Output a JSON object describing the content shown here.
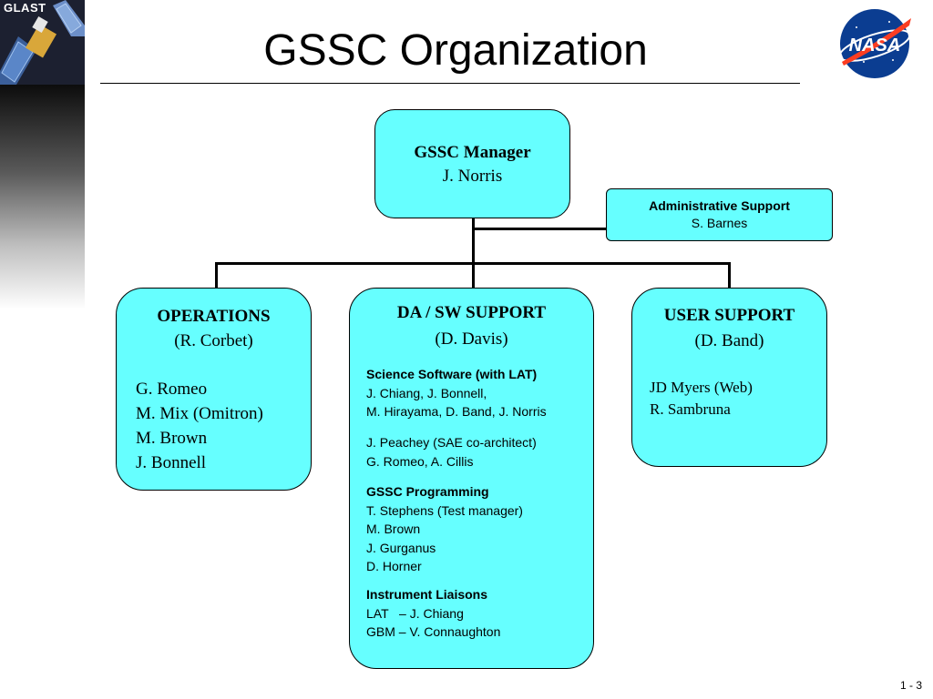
{
  "logos": {
    "glast_text": "GLAST",
    "nasa_text": "NASA",
    "nasa_colors": {
      "blue": "#0b3d91",
      "red": "#fc3d21"
    }
  },
  "title": "GSSC Organization",
  "box_color": "#66ffff",
  "manager": {
    "title": "GSSC Manager",
    "name": "J. Norris"
  },
  "admin": {
    "title": "Administrative Support",
    "name": "S. Barnes"
  },
  "operations": {
    "title": "OPERATIONS",
    "lead": "(R. Corbet)",
    "members": [
      "G. Romeo",
      "M. Mix (Omitron)",
      "M. Brown",
      "J. Bonnell"
    ]
  },
  "da_sw": {
    "title": "DA / SW SUPPORT",
    "lead": "(D. Davis)",
    "sections": [
      {
        "heading": "Science Software (with LAT)",
        "lines": [
          "J. Chiang, J. Bonnell,",
          "M. Hirayama, D. Band, J. Norris"
        ]
      },
      {
        "heading": "",
        "lines": [
          "J. Peachey  (SAE co-architect)",
          "G. Romeo, A. Cillis"
        ]
      },
      {
        "heading": "GSSC Programming",
        "lines": [
          "T. Stephens (Test manager)",
          "M. Brown",
          "J. Gurganus",
          "D. Horner"
        ]
      },
      {
        "heading": "Instrument Liaisons",
        "lines": [
          "LAT   – J. Chiang",
          "GBM – V. Connaughton"
        ]
      }
    ]
  },
  "user_support": {
    "title": "USER SUPPORT",
    "lead": "(D. Band)",
    "members": [
      "JD Myers (Web)",
      "R. Sambruna"
    ]
  },
  "page_number": "1 - 3"
}
